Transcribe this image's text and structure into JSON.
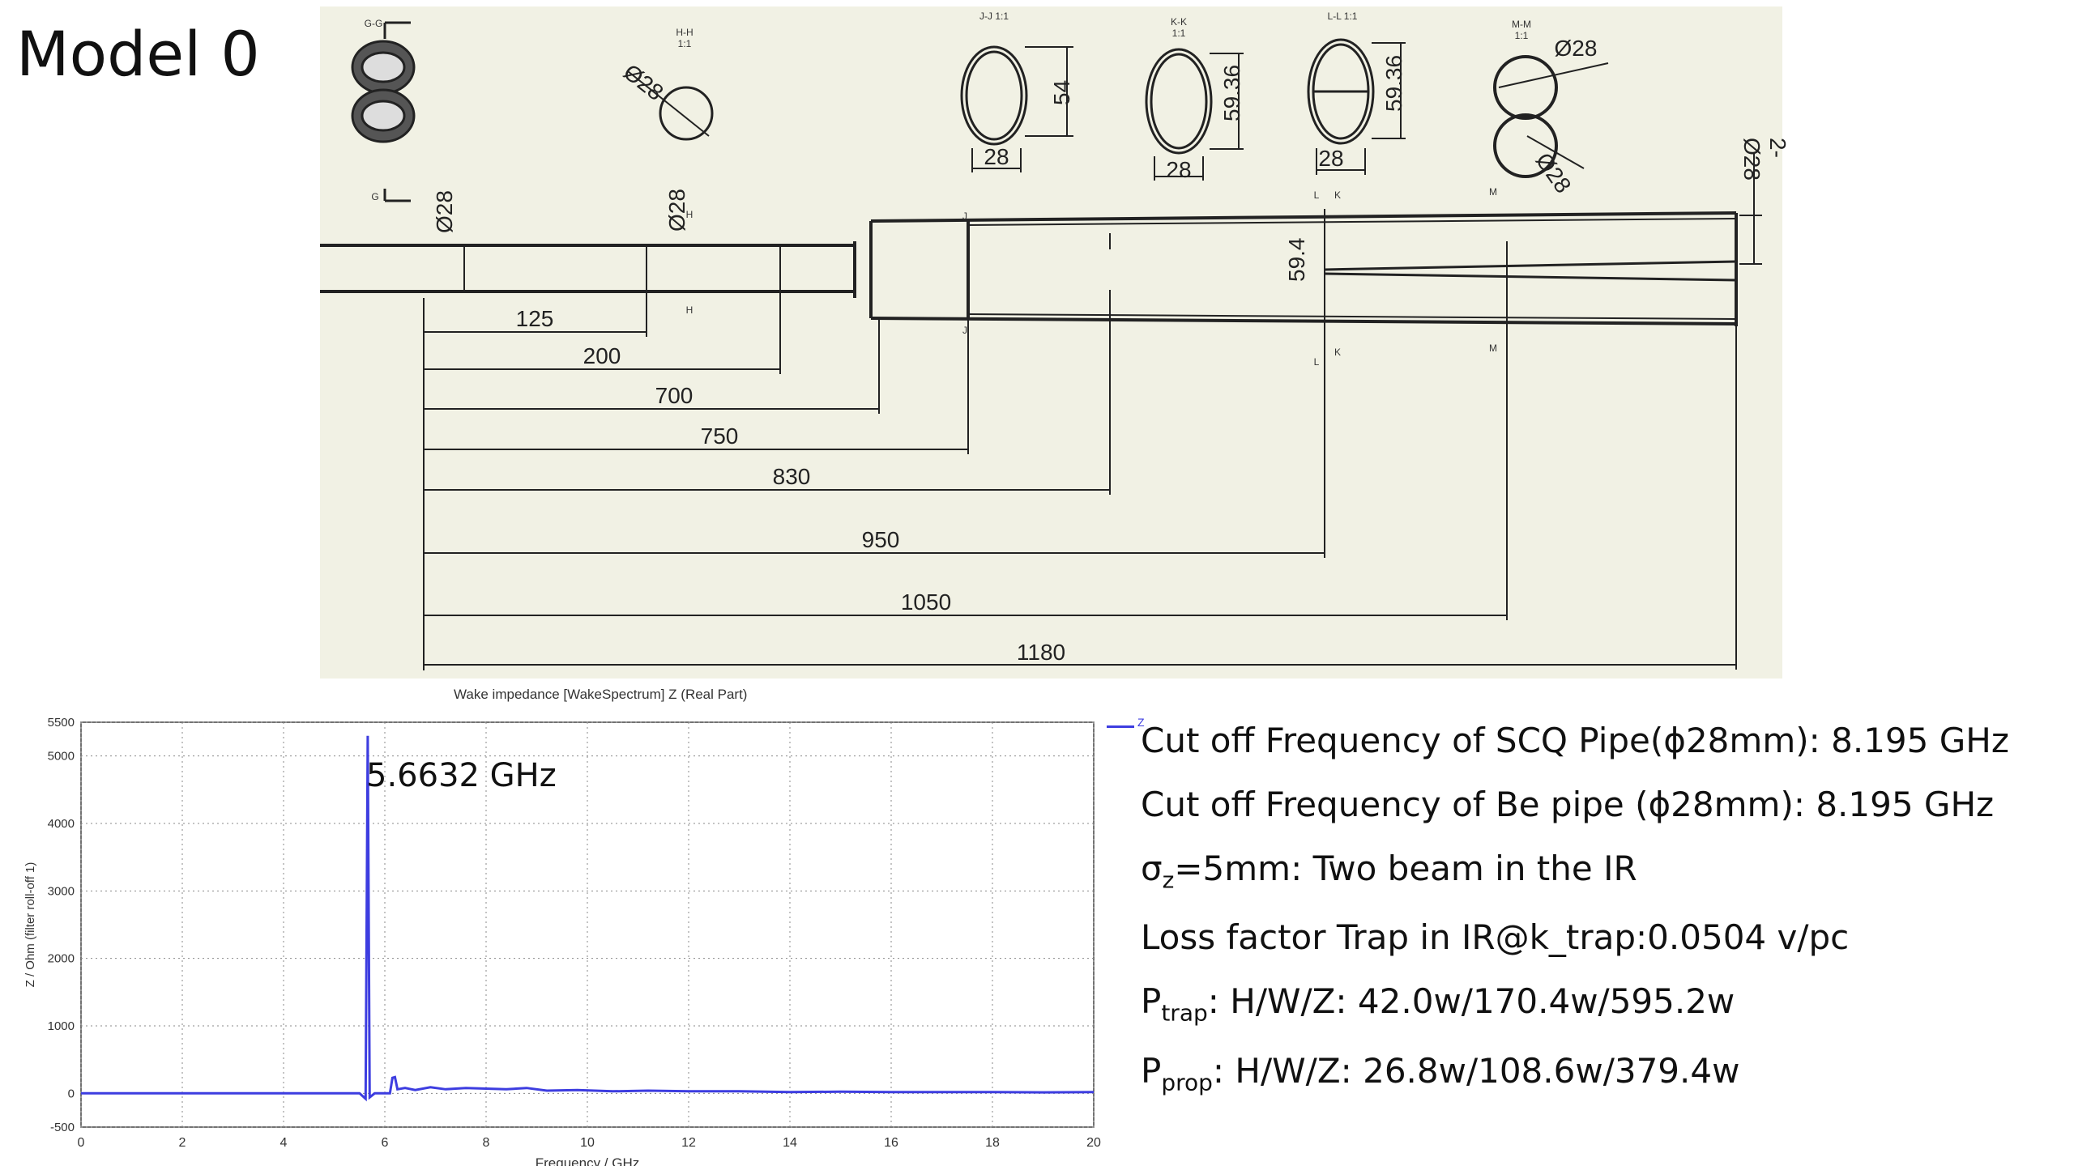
{
  "page": {
    "title": "Model 0"
  },
  "drawing": {
    "sections": [
      {
        "label": "G-G",
        "dims": []
      },
      {
        "label": "H-H\n1:1",
        "dims": [
          "Ø28"
        ]
      },
      {
        "label": "J-J\n1:1",
        "dims": [
          "54",
          "28"
        ]
      },
      {
        "label": "K-K\n1:1",
        "dims": [
          "59.36",
          "28"
        ]
      },
      {
        "label": "L-L\n1:1",
        "dims": [
          "59.36",
          "28"
        ]
      },
      {
        "label": "M-M\n1:1",
        "dims": [
          "Ø28",
          "Ø28"
        ]
      }
    ],
    "pipe_labels": {
      "left_diameter": "Ø28",
      "mid_diameter": "Ø28",
      "right_diameter": "2-Ø28",
      "height": "59.4"
    },
    "section_markers": [
      "G",
      "G",
      "H",
      "H",
      "J",
      "J",
      "K",
      "K",
      "L",
      "L",
      "M",
      "M"
    ],
    "dimensions": [
      "125",
      "200",
      "700",
      "750",
      "830",
      "950",
      "1050",
      "1180"
    ]
  },
  "chart_data": {
    "type": "line",
    "title": "Wake impedance [WakeSpectrum] Z (Real Part)",
    "xlabel": "Frequency / GHz",
    "ylabel": "Z / Ohm (filter roll-off 1)",
    "xlim": [
      0,
      20
    ],
    "ylim": [
      -500,
      5500
    ],
    "xticks": [
      0,
      2,
      4,
      6,
      8,
      10,
      12,
      14,
      16,
      18,
      20
    ],
    "yticks": [
      5500,
      5000,
      4000,
      3000,
      2000,
      1000,
      0,
      -500
    ],
    "grid": true,
    "series": [
      {
        "name": "Z",
        "color": "#3d3de0",
        "x": [
          0,
          5.5,
          5.62,
          5.6632,
          5.7,
          5.8,
          6.1,
          6.15,
          6.2,
          6.25,
          6.4,
          6.6,
          6.9,
          7.2,
          7.6,
          8.0,
          8.4,
          8.8,
          9.2,
          9.8,
          10.5,
          11.2,
          12.0,
          13.0,
          14.0,
          15.0,
          16.0,
          17.0,
          18.0,
          19.0,
          20.0
        ],
        "y": [
          0,
          0,
          -80,
          5300,
          -60,
          0,
          0,
          230,
          240,
          60,
          80,
          50,
          90,
          60,
          80,
          70,
          60,
          80,
          40,
          50,
          30,
          40,
          30,
          30,
          20,
          25,
          20,
          20,
          20,
          15,
          20
        ]
      }
    ],
    "annotations": [
      {
        "text": "5.6632 GHz"
      }
    ],
    "legend": "top-right"
  },
  "legend_label": "Z",
  "info": {
    "lines": [
      {
        "text": "Cut off Frequency of SCQ Pipe(ϕ28mm): 8.195 GHz"
      },
      {
        "text": "Cut off Frequency of Be pipe  (ϕ28mm):  8.195 GHz"
      },
      {
        "main": "σ",
        "sub": "z",
        "rest": "=5mm:  Two beam in the IR"
      },
      {
        "text": "Loss factor Trap in IR@k_trap:0.0504 v/pc"
      },
      {
        "main": "P",
        "sub": "trap",
        "rest": ": H/W/Z: 42.0w/170.4w/595.2w"
      },
      {
        "main": "P",
        "sub": "prop",
        "rest": ": H/W/Z: 26.8w/108.6w/379.4w"
      }
    ]
  },
  "colors": {
    "drawing_bg": "#f1f1e4",
    "series": "#3d3de0",
    "grid": "#888888"
  }
}
